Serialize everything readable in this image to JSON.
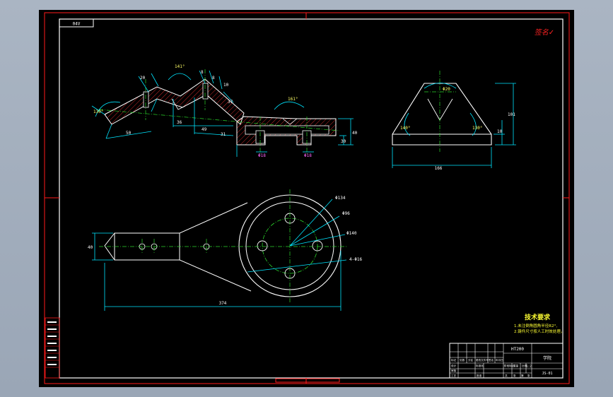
{
  "sheet": {
    "corner_label": "04V",
    "signature": "签名✓"
  },
  "dimensions": {
    "side_view": {
      "angle_left": "130°",
      "angle_top": "141°",
      "angle_right": "161°",
      "dim_20": "20",
      "dim_8a": "8",
      "dim_8b": "8",
      "dim_10": "10",
      "dim_37": "37",
      "dim_50": "50",
      "dim_36": "36",
      "dim_49": "49",
      "dim_31": "31",
      "dim_phi18a": "Φ18",
      "dim_phi18b": "Φ18",
      "dim_40": "40",
      "dim_30": "30"
    },
    "end_view": {
      "width": "166",
      "height": "101",
      "height_small": "10",
      "angle_left": "140°",
      "angle_right": "130°",
      "phi": "Φ20"
    },
    "plan_view": {
      "length": "374",
      "width": "40",
      "phi_outer": "Φ134",
      "phi_mid": "Φ96",
      "phi_bolt": "Φ140",
      "holes": "4-Φ16"
    }
  },
  "notes": {
    "title": "技术要求",
    "line1": "1.未注倒角圆角半径R2°,",
    "line2": "2.铸件尺寸按人工时效处理。"
  },
  "title_block": {
    "part_code": "HT200",
    "company": "学院",
    "drawing_no": "JS-01",
    "scale": "1:2",
    "row_labels": [
      "标记",
      "处数",
      "分区",
      "更改文件号",
      "签名",
      "年月日"
    ],
    "row2_labels": [
      "设计",
      "标准化",
      "阶段标记",
      "重量",
      "比例"
    ],
    "row3_labels": [
      "审核",
      "共",
      "张",
      "第",
      "张"
    ],
    "row4_labels": [
      "工艺",
      "批准"
    ]
  },
  "side_table": [
    "",
    "",
    "",
    "",
    "",
    "",
    "",
    ""
  ]
}
